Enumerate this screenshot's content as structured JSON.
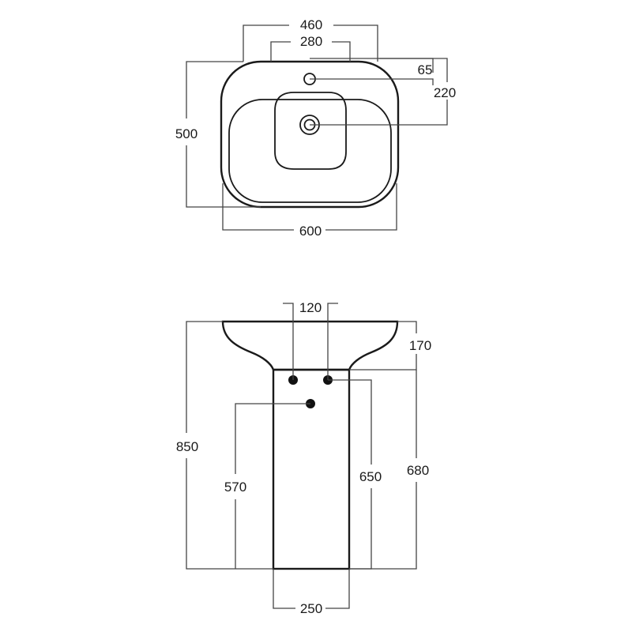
{
  "top_view": {
    "dims": {
      "width_outer": "460",
      "width_inner": "280",
      "tap_offset": "65",
      "waste_offset": "220",
      "depth": "500",
      "width_overall": "600"
    }
  },
  "front_view": {
    "dims": {
      "fixing_spacing": "120",
      "basin_height": "170",
      "overall_height": "850",
      "waste_height": "570",
      "fixing_height": "650",
      "pedestal_height": "680",
      "pedestal_width": "250"
    }
  }
}
